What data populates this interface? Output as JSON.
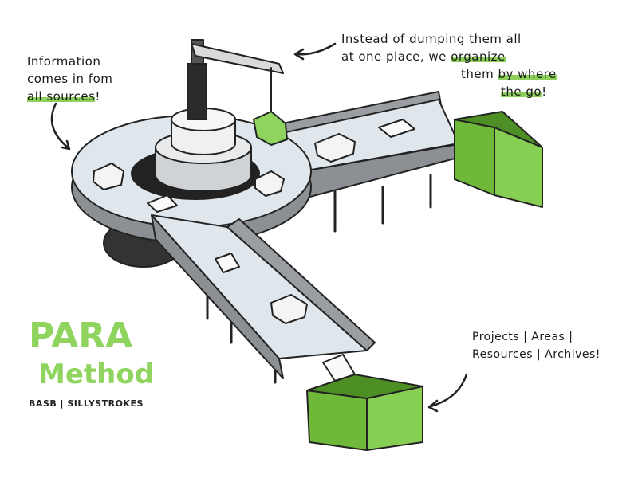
{
  "notes": {
    "left": {
      "line1": "Information",
      "line2": "comes in fom",
      "hl": "all sources",
      "end": "!"
    },
    "top": {
      "line1": "Instead of dumping them all",
      "line2a": "at one place, we ",
      "line2hl": "organize",
      "line3a": "them ",
      "line3hl": "by where",
      "line4hl": "the go",
      "line4end": "!"
    },
    "bottom": {
      "line1": "Projects | Areas |",
      "line2": "Resources | Archives!"
    }
  },
  "title": {
    "line1": "PARA",
    "line2": "Method"
  },
  "credit": "BASB | SILLYSTROKES",
  "colors": {
    "accent": "#8fd45e",
    "bin": "#7fcc4a",
    "belt": "#dfe7ec",
    "frame": "#8c8f93"
  }
}
